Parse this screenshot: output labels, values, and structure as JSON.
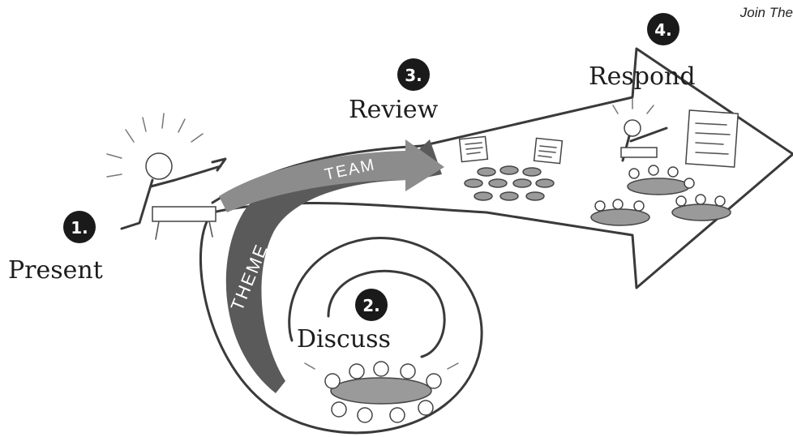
{
  "corner_note": "Join The",
  "bands": {
    "theme_label": "THEME",
    "team_label": "TEAM"
  },
  "steps": [
    {
      "number": "1.",
      "label": "Present"
    },
    {
      "number": "2.",
      "label": "Discuss"
    },
    {
      "number": "3.",
      "label": "Review"
    },
    {
      "number": "4.",
      "label": "Respond"
    }
  ],
  "colors": {
    "band_dark": "#5a5a5a",
    "band_mid": "#8c8c8c",
    "badge": "#1a1a1a",
    "outline": "#3a3a3a"
  }
}
